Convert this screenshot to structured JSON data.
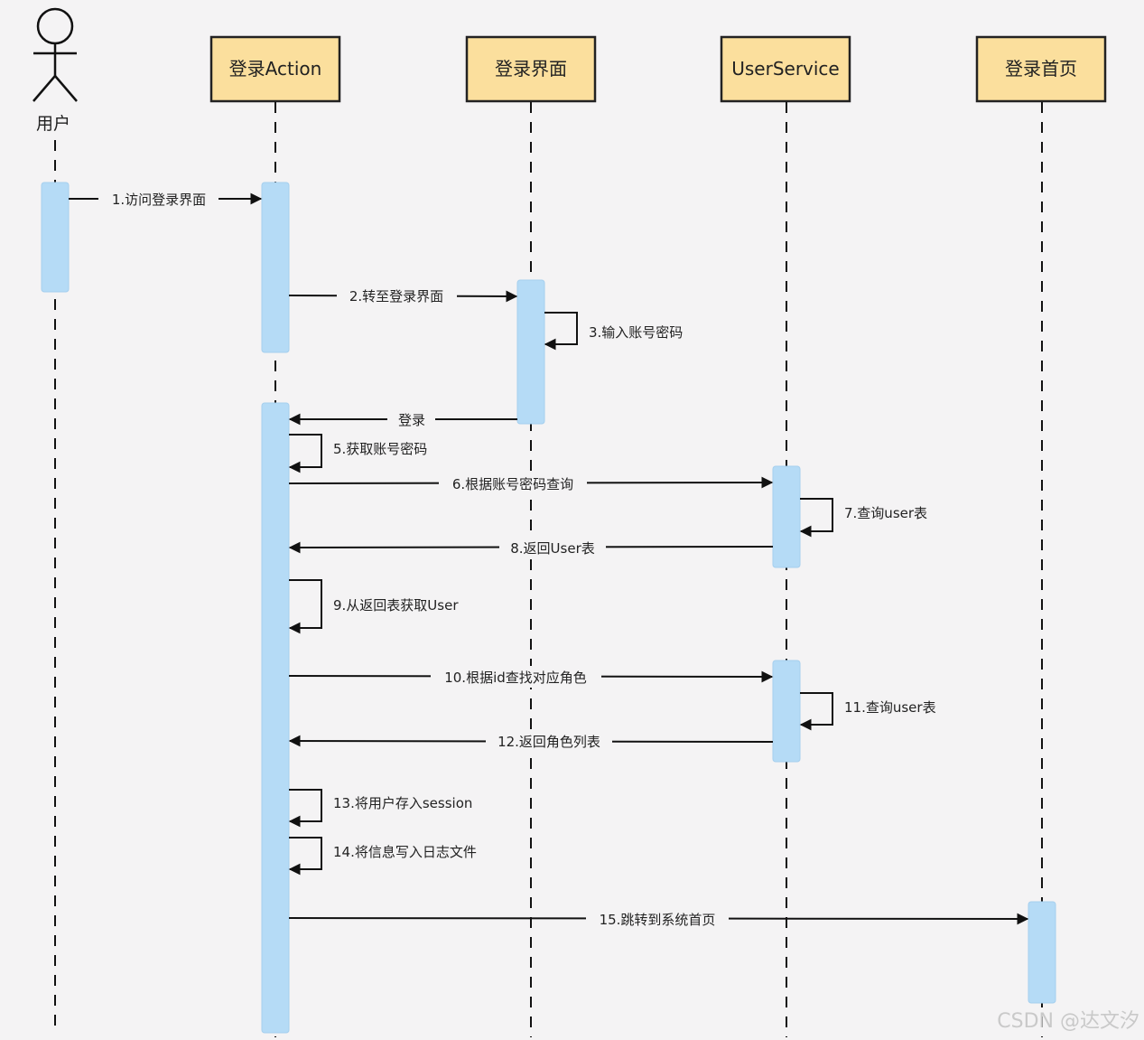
{
  "actor": {
    "label": "用户",
    "icon": "stick-figure-icon"
  },
  "participants": [
    {
      "key": "action",
      "label": "登录Action"
    },
    {
      "key": "ui",
      "label": "登录界面"
    },
    {
      "key": "service",
      "label": "UserService"
    },
    {
      "key": "home",
      "label": "登录首页"
    }
  ],
  "messages": [
    {
      "label": "1.访问登录界面",
      "from": "user",
      "to": "action",
      "kind": "sync"
    },
    {
      "label": "2.转至登录界面",
      "from": "action",
      "to": "ui",
      "kind": "sync"
    },
    {
      "label": "3.输入账号密码",
      "from": "ui",
      "to": "ui",
      "kind": "self"
    },
    {
      "label": "登录",
      "from": "ui",
      "to": "action",
      "kind": "sync"
    },
    {
      "label": "5.获取账号密码",
      "from": "action",
      "to": "action",
      "kind": "self"
    },
    {
      "label": "6.根据账号密码查询",
      "from": "action",
      "to": "service",
      "kind": "sync"
    },
    {
      "label": "7.查询user表",
      "from": "service",
      "to": "service",
      "kind": "self"
    },
    {
      "label": "8.返回User表",
      "from": "service",
      "to": "action",
      "kind": "return"
    },
    {
      "label": "9.从返回表获取User",
      "from": "action",
      "to": "action",
      "kind": "self"
    },
    {
      "label": "10.根据id查找对应角色",
      "from": "action",
      "to": "service",
      "kind": "sync"
    },
    {
      "label": "11.查询user表",
      "from": "service",
      "to": "service",
      "kind": "self"
    },
    {
      "label": "12.返回角色列表",
      "from": "service",
      "to": "action",
      "kind": "return"
    },
    {
      "label": "13.将用户存入session",
      "from": "action",
      "to": "action",
      "kind": "self"
    },
    {
      "label": "14.将信息写入日志文件",
      "from": "action",
      "to": "action",
      "kind": "self"
    },
    {
      "label": "15.跳转到系统首页",
      "from": "action",
      "to": "home",
      "kind": "sync"
    }
  ],
  "watermark": "CSDN @达文汐",
  "colors": {
    "background": "#f4f3f4",
    "participant_fill": "#fbdf9d",
    "participant_border": "#222222",
    "activation_fill": "#b5dbf6",
    "line": "#111111"
  }
}
